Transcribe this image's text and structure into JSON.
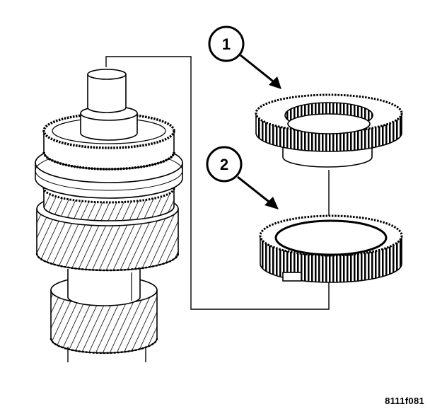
{
  "diagram": {
    "callouts": [
      {
        "number": "1"
      },
      {
        "number": "2"
      }
    ],
    "figure_code": "8111f081",
    "colors": {
      "ink": "#000000",
      "paper": "#ffffff",
      "shade": "#d8d8d8"
    },
    "icons": [
      "gear-shaft-assembly",
      "synchronizer-ring-with-cone",
      "synchronizer-ring"
    ]
  }
}
